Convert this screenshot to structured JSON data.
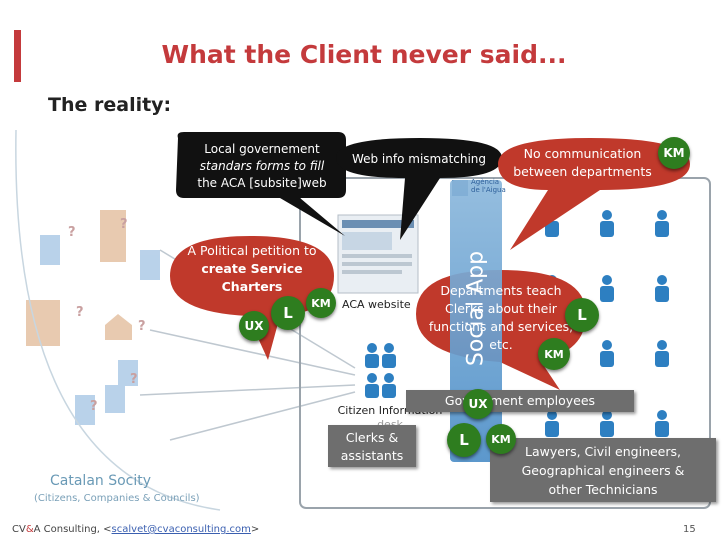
{
  "slide": {
    "title": "What the Client never said...",
    "subtitle": "The reality:",
    "page_number": "15"
  },
  "footer": {
    "company_pre": "CV",
    "company_amp": "&",
    "company_post": "A Consulting, <",
    "email": "scalvet@cvaconsulting.com",
    "close": ">"
  },
  "callouts": {
    "local_gov": [
      "Local governement",
      "standars forms to fill",
      "the ACA [subsite]web"
    ],
    "web_info": "Web info mismatching",
    "no_comm": [
      "No communication",
      "between departments"
    ],
    "political": [
      "A Political petition to",
      "create Service",
      "Charters"
    ],
    "departments": [
      "Departments teach",
      "Clerks about their",
      "functions and services,",
      "etc."
    ]
  },
  "labels": {
    "aca_website": "ACA website",
    "citizen_info": "Citizen Information",
    "citizen_info_2": "desk",
    "app_name": "Social App",
    "gov_employees": "Government employees",
    "clerks": [
      "Clerks &",
      "assistants"
    ],
    "lawyers": [
      "Lawyers, Civil engineers,",
      "Geographical engineers &",
      "other Technicians"
    ],
    "catalan_society": "Catalan Socity",
    "catalan_society_sub": "(Citizens, Companies & Councils)",
    "logo_text": [
      "Agència",
      "de l'Aigua"
    ],
    "question": "?"
  },
  "badges": {
    "ux": "UX",
    "l": "L",
    "km": "KM"
  },
  "colors": {
    "accent_red": "#c43a3c",
    "callout_red": "#c0392b",
    "callout_black": "#111111",
    "badge_green": "#2e7d1f",
    "people_blue": "#2d7fc1",
    "gray_box": "#6e6e6e"
  }
}
